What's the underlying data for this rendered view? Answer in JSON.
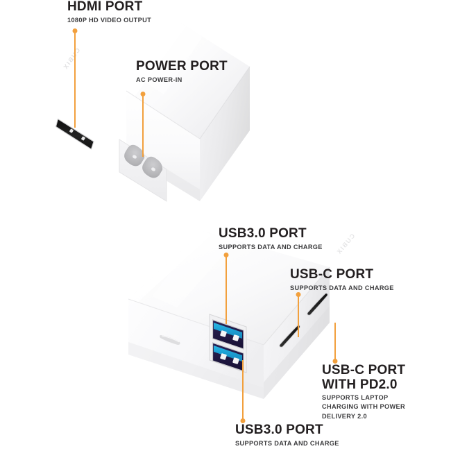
{
  "page": {
    "background": "#ffffff",
    "accent_color": "#f2a03d",
    "title_color": "#231f20",
    "subtitle_color": "#3b3b3d",
    "brand_text": "CUBIX"
  },
  "devices": [
    {
      "id": "top-device",
      "name": "cubix-hub-front-view",
      "brand": "CUBIX",
      "ports": [
        {
          "name": "hdmi-port",
          "type": "hdmi",
          "color": "#1a1a1a"
        },
        {
          "name": "ac-power-port",
          "type": "iec-c8-figure-8",
          "color": "#b9b9bb"
        }
      ]
    },
    {
      "id": "bottom-device",
      "name": "cubix-hub-rear-view",
      "brand": "CUBIX",
      "ports": [
        {
          "name": "usb3-port-upper",
          "type": "usb-a-3.0",
          "color": "#1fa7d8"
        },
        {
          "name": "usb3-port-lower",
          "type": "usb-a-3.0",
          "color": "#1fa7d8"
        },
        {
          "name": "usbc-port",
          "type": "usb-c",
          "color": "#1a1a1a"
        },
        {
          "name": "usbc-pd-port",
          "type": "usb-c",
          "color": "#1a1a1a"
        },
        {
          "name": "side-vent-slot",
          "type": "slot",
          "color": "#d8d8da"
        }
      ]
    }
  ],
  "callouts": [
    {
      "id": "hdmi",
      "title": "HDMI PORT",
      "subtitle": "1080P HD VIDEO OUTPUT"
    },
    {
      "id": "power",
      "title": "POWER PORT",
      "subtitle": "AC POWER-IN"
    },
    {
      "id": "usb3_top",
      "title": "USB3.0 PORT",
      "subtitle": "SUPPORTS DATA AND CHARGE"
    },
    {
      "id": "usbc",
      "title": "USB-C PORT",
      "subtitle": "SUPPORTS DATA AND CHARGE"
    },
    {
      "id": "usbc_pd",
      "title": "USB-C PORT\nWITH PD2.0",
      "subtitle": "SUPPORTS LAPTOP\nCHARGING WITH POWER\nDELIVERY 2.0"
    },
    {
      "id": "usb3_bottom",
      "title": "USB3.0 PORT",
      "subtitle": "SUPPORTS DATA AND CHARGE"
    }
  ]
}
